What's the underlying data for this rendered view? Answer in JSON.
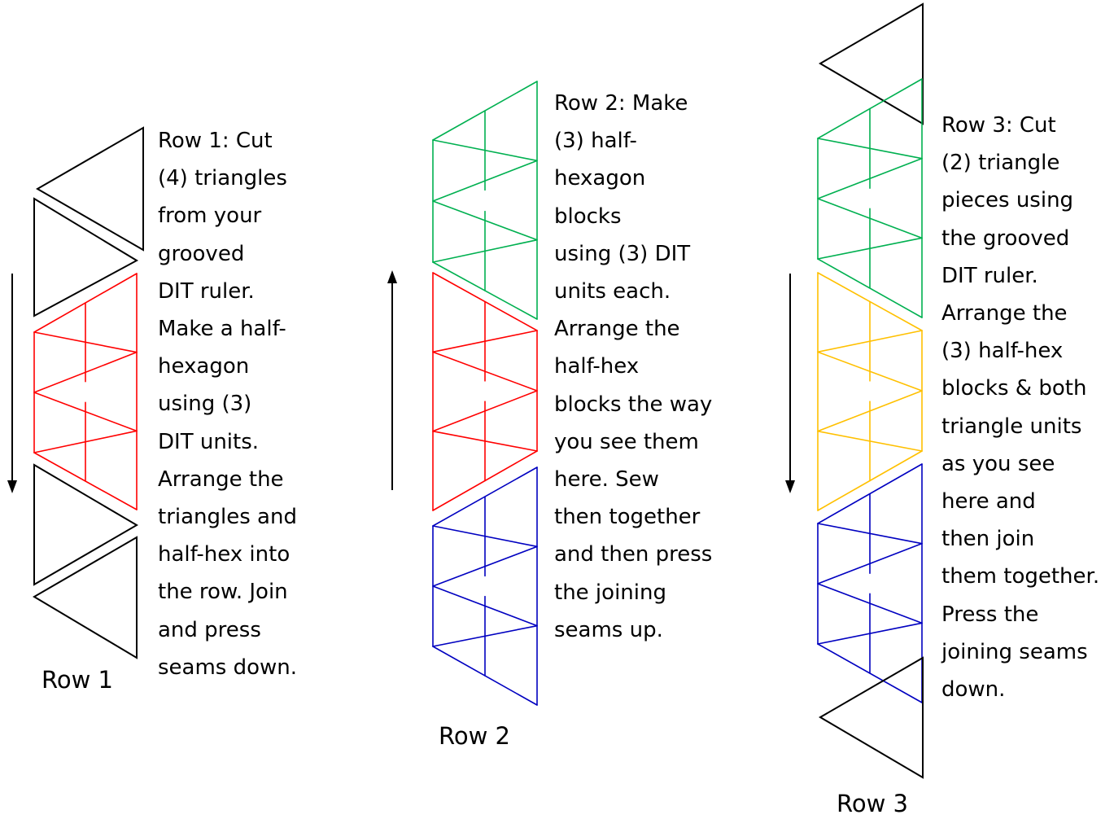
{
  "colors": {
    "outline": "#000000",
    "red": "#ff0000",
    "green": "#00b050",
    "blue": "#0000c0",
    "yellow": "#ffc000"
  },
  "rows": [
    {
      "label": "Row 1",
      "arrow": "down",
      "instructions": [
        "Row 1: Cut",
        "(4) triangles",
        "from your",
        "grooved",
        "DIT ruler.",
        "Make a half-",
        "hexagon",
        "using (3)",
        "DIT units.",
        "Arrange the",
        "triangles and",
        "half-hex into",
        "the row. Join",
        "and press",
        "seams down."
      ],
      "blocks": [
        {
          "type": "triangle",
          "name": "triangle-1",
          "color": "outline"
        },
        {
          "type": "triangle",
          "name": "triangle-2",
          "color": "outline"
        },
        {
          "type": "half-hexagon",
          "name": "half-hex-red",
          "color": "red"
        },
        {
          "type": "triangle",
          "name": "triangle-3",
          "color": "outline"
        },
        {
          "type": "triangle",
          "name": "triangle-4",
          "color": "outline"
        }
      ]
    },
    {
      "label": "Row 2",
      "arrow": "up",
      "instructions": [
        "Row 2: Make",
        "(3) half-",
        "hexagon",
        "blocks",
        "using (3) DIT",
        "units each.",
        "Arrange the",
        "half-hex",
        "blocks the way",
        "you see them",
        "here. Sew",
        "then together",
        "and then press",
        "the joining",
        "seams up."
      ],
      "blocks": [
        {
          "type": "half-hexagon",
          "name": "half-hex-green",
          "color": "green"
        },
        {
          "type": "half-hexagon",
          "name": "half-hex-red",
          "color": "red"
        },
        {
          "type": "half-hexagon",
          "name": "half-hex-blue",
          "color": "blue"
        }
      ]
    },
    {
      "label": "Row 3",
      "arrow": "down",
      "instructions": [
        "Row 3: Cut",
        "(2) triangle",
        "pieces using",
        "the grooved",
        "DIT ruler.",
        "Arrange the",
        "(3) half-hex",
        "blocks & both",
        "triangle units",
        "as you see",
        "here and",
        "then join",
        "them together.",
        "Press the",
        "joining seams",
        "down."
      ],
      "blocks": [
        {
          "type": "triangle",
          "name": "triangle-1",
          "color": "outline"
        },
        {
          "type": "half-hexagon",
          "name": "half-hex-green",
          "color": "green"
        },
        {
          "type": "half-hexagon",
          "name": "half-hex-yellow",
          "color": "yellow"
        },
        {
          "type": "half-hexagon",
          "name": "half-hex-blue",
          "color": "blue"
        },
        {
          "type": "triangle",
          "name": "triangle-2",
          "color": "outline"
        }
      ]
    }
  ]
}
